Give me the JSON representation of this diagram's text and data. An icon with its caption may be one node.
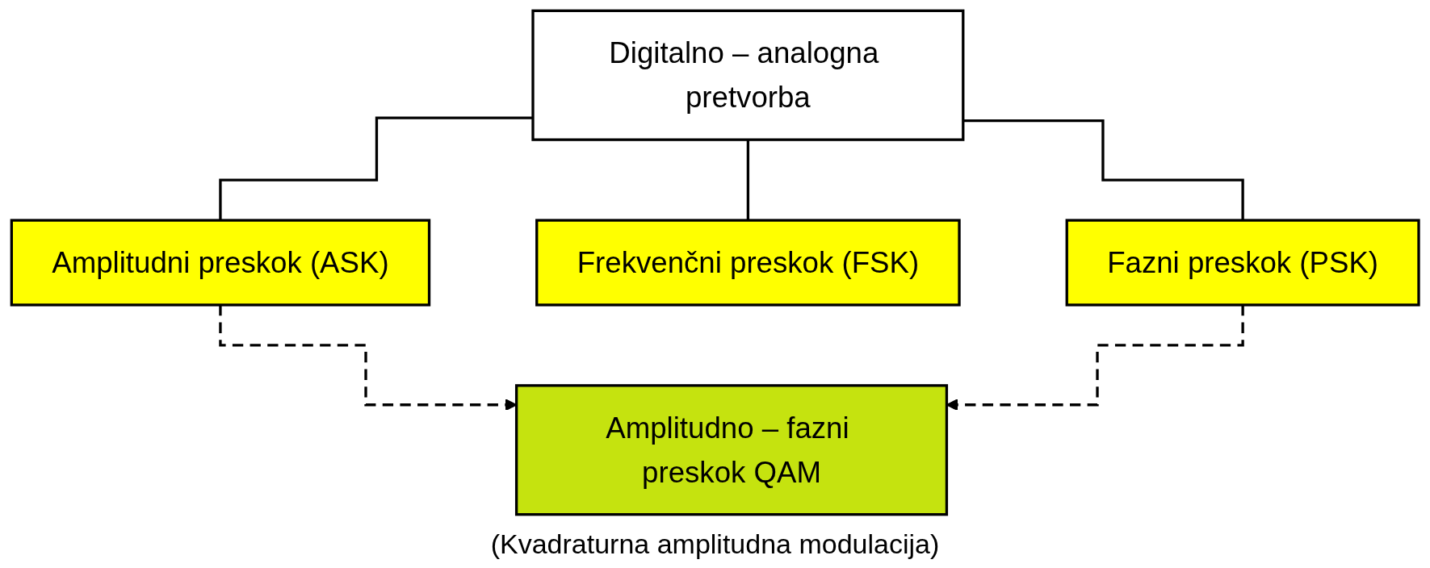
{
  "diagram": {
    "nodes": [
      {
        "text": [
          "Digitalno – analogna pretvorba"
        ]
      },
      {
        "text": [
          "Amplitudni preskok (ASK)"
        ]
      },
      {
        "text": [
          "Frekvenčni preskok (FSK)"
        ]
      },
      {
        "text": [
          "Fazni preskok (PSK)"
        ]
      },
      {
        "text": [
          "Amplitudno – fazni preskok QAM"
        ],
        "beside": [
          "(Kvadraturna amplitudna modulacija)"
        ]
      }
    ],
    "edges": [
      {
        "from": 0,
        "to": 1,
        "arrow": "none"
      },
      {
        "from": 0,
        "to": 2,
        "arrow": "none"
      },
      {
        "from": 0,
        "to": 3,
        "arrow": "none"
      },
      {
        "from": 1,
        "to": 4,
        "arrow": "to",
        "style": "dashed"
      },
      {
        "from": 3,
        "to": 4,
        "arrow": "to",
        "style": "dashed"
      }
    ]
  }
}
